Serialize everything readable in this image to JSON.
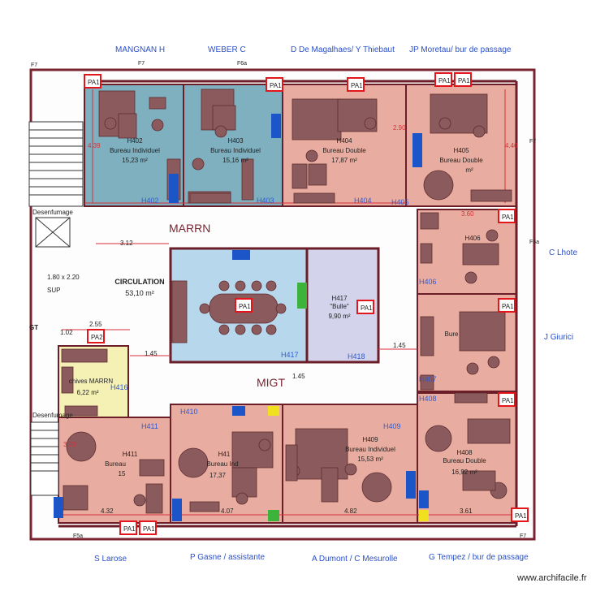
{
  "occupants": {
    "mangnan": "MANGNAN H",
    "weber": "WEBER C",
    "magalhaes": "D De Magalhaes/ Y Thiebaut",
    "moretau": "JP Moretau/ bur de passage",
    "lhote": "C Lhote",
    "giurici": "J Giurici",
    "larose": "S Larose",
    "gasne": "P Gasne / assistante",
    "dumont": "A Dumont / C Mesurolle",
    "tempez": "G Tempez / bur de passage"
  },
  "rooms": {
    "h402": {
      "code": "H402",
      "name": "Bureau Individuel",
      "area": "15,23 m²",
      "tag": "H402"
    },
    "h403": {
      "code": "H403",
      "name": "Bureau Individuel",
      "area": "15,16 m²",
      "tag": "H403"
    },
    "h404": {
      "code": "H404",
      "name": "Bureau Double",
      "area": "17,87 m²",
      "tag": "H404"
    },
    "h405": {
      "code": "H405",
      "name": "Bureau Double",
      "area": "m²",
      "tag": "H405"
    },
    "h406": {
      "code": "H406",
      "tag": "H406"
    },
    "h407": {
      "code": "H407",
      "name": "Bure",
      "tag": "H407"
    },
    "h408": {
      "code": "H408",
      "name": "Bureau Double",
      "area": "16,92 m²",
      "tag": "H408"
    },
    "h409": {
      "code": "H409",
      "name": "Bureau Individuel",
      "area": "15,53 m²",
      "tag": "H409"
    },
    "h410": {
      "code": "H41",
      "name": "Bureau Ind",
      "area": "17,37",
      "tag": "H410"
    },
    "h411": {
      "code": "H411",
      "name": "Bureau",
      "area": "15",
      "tag": "H411"
    },
    "h416": {
      "name": "chives MARRN",
      "area": "6,22 m²",
      "tag": "H416"
    },
    "h417": {
      "tag": "H417"
    },
    "h418": {
      "code": "H417",
      "name": "\"Bulle\"",
      "area": "9,90 m²",
      "tag": "H418"
    }
  },
  "labels": {
    "circulation": "CIRCULATION",
    "circulation_area": "53,10 m²",
    "marrn": "MARRN",
    "migt": "MIGT",
    "desenfumage1": "Desenfumage",
    "desenfumage2": "Desenfumage",
    "gt": "GT",
    "sup": "SUP",
    "pa1": "PA1",
    "pa2": "PA2"
  },
  "dimensions": {
    "d439": "4.39",
    "d290": "2.90",
    "d440": "4.40",
    "d360": "3.60",
    "d312": "3.12",
    "d255": "2.55",
    "d145a": "1.45",
    "d145b": "1.45",
    "d145c": "1.45",
    "d180": "1.80 x 2.20",
    "d370": "3.70",
    "d432": "4.32",
    "d407": "4.07",
    "d482": "4.82",
    "d361": "3.61",
    "d102": "1.02"
  },
  "frames": {
    "f7": "F7",
    "f5a": "F5a",
    "f6a": "F6a"
  },
  "colors": {
    "salmon": "#e8ada0",
    "teal": "#7fb0bf",
    "light_blue": "#b7d8ec",
    "lavender": "#d3d3ec",
    "pale_yellow": "#f5f0b4",
    "furniture": "#8a5a5c",
    "room_tag": "#2e5bd6",
    "wall": "#7a2430",
    "pa_red": "#e4161b",
    "blue_mark": "#1c55c7",
    "green_mark": "#3cb43c",
    "yellow_mark": "#f0e020"
  },
  "watermark": "www.archifacile.fr"
}
